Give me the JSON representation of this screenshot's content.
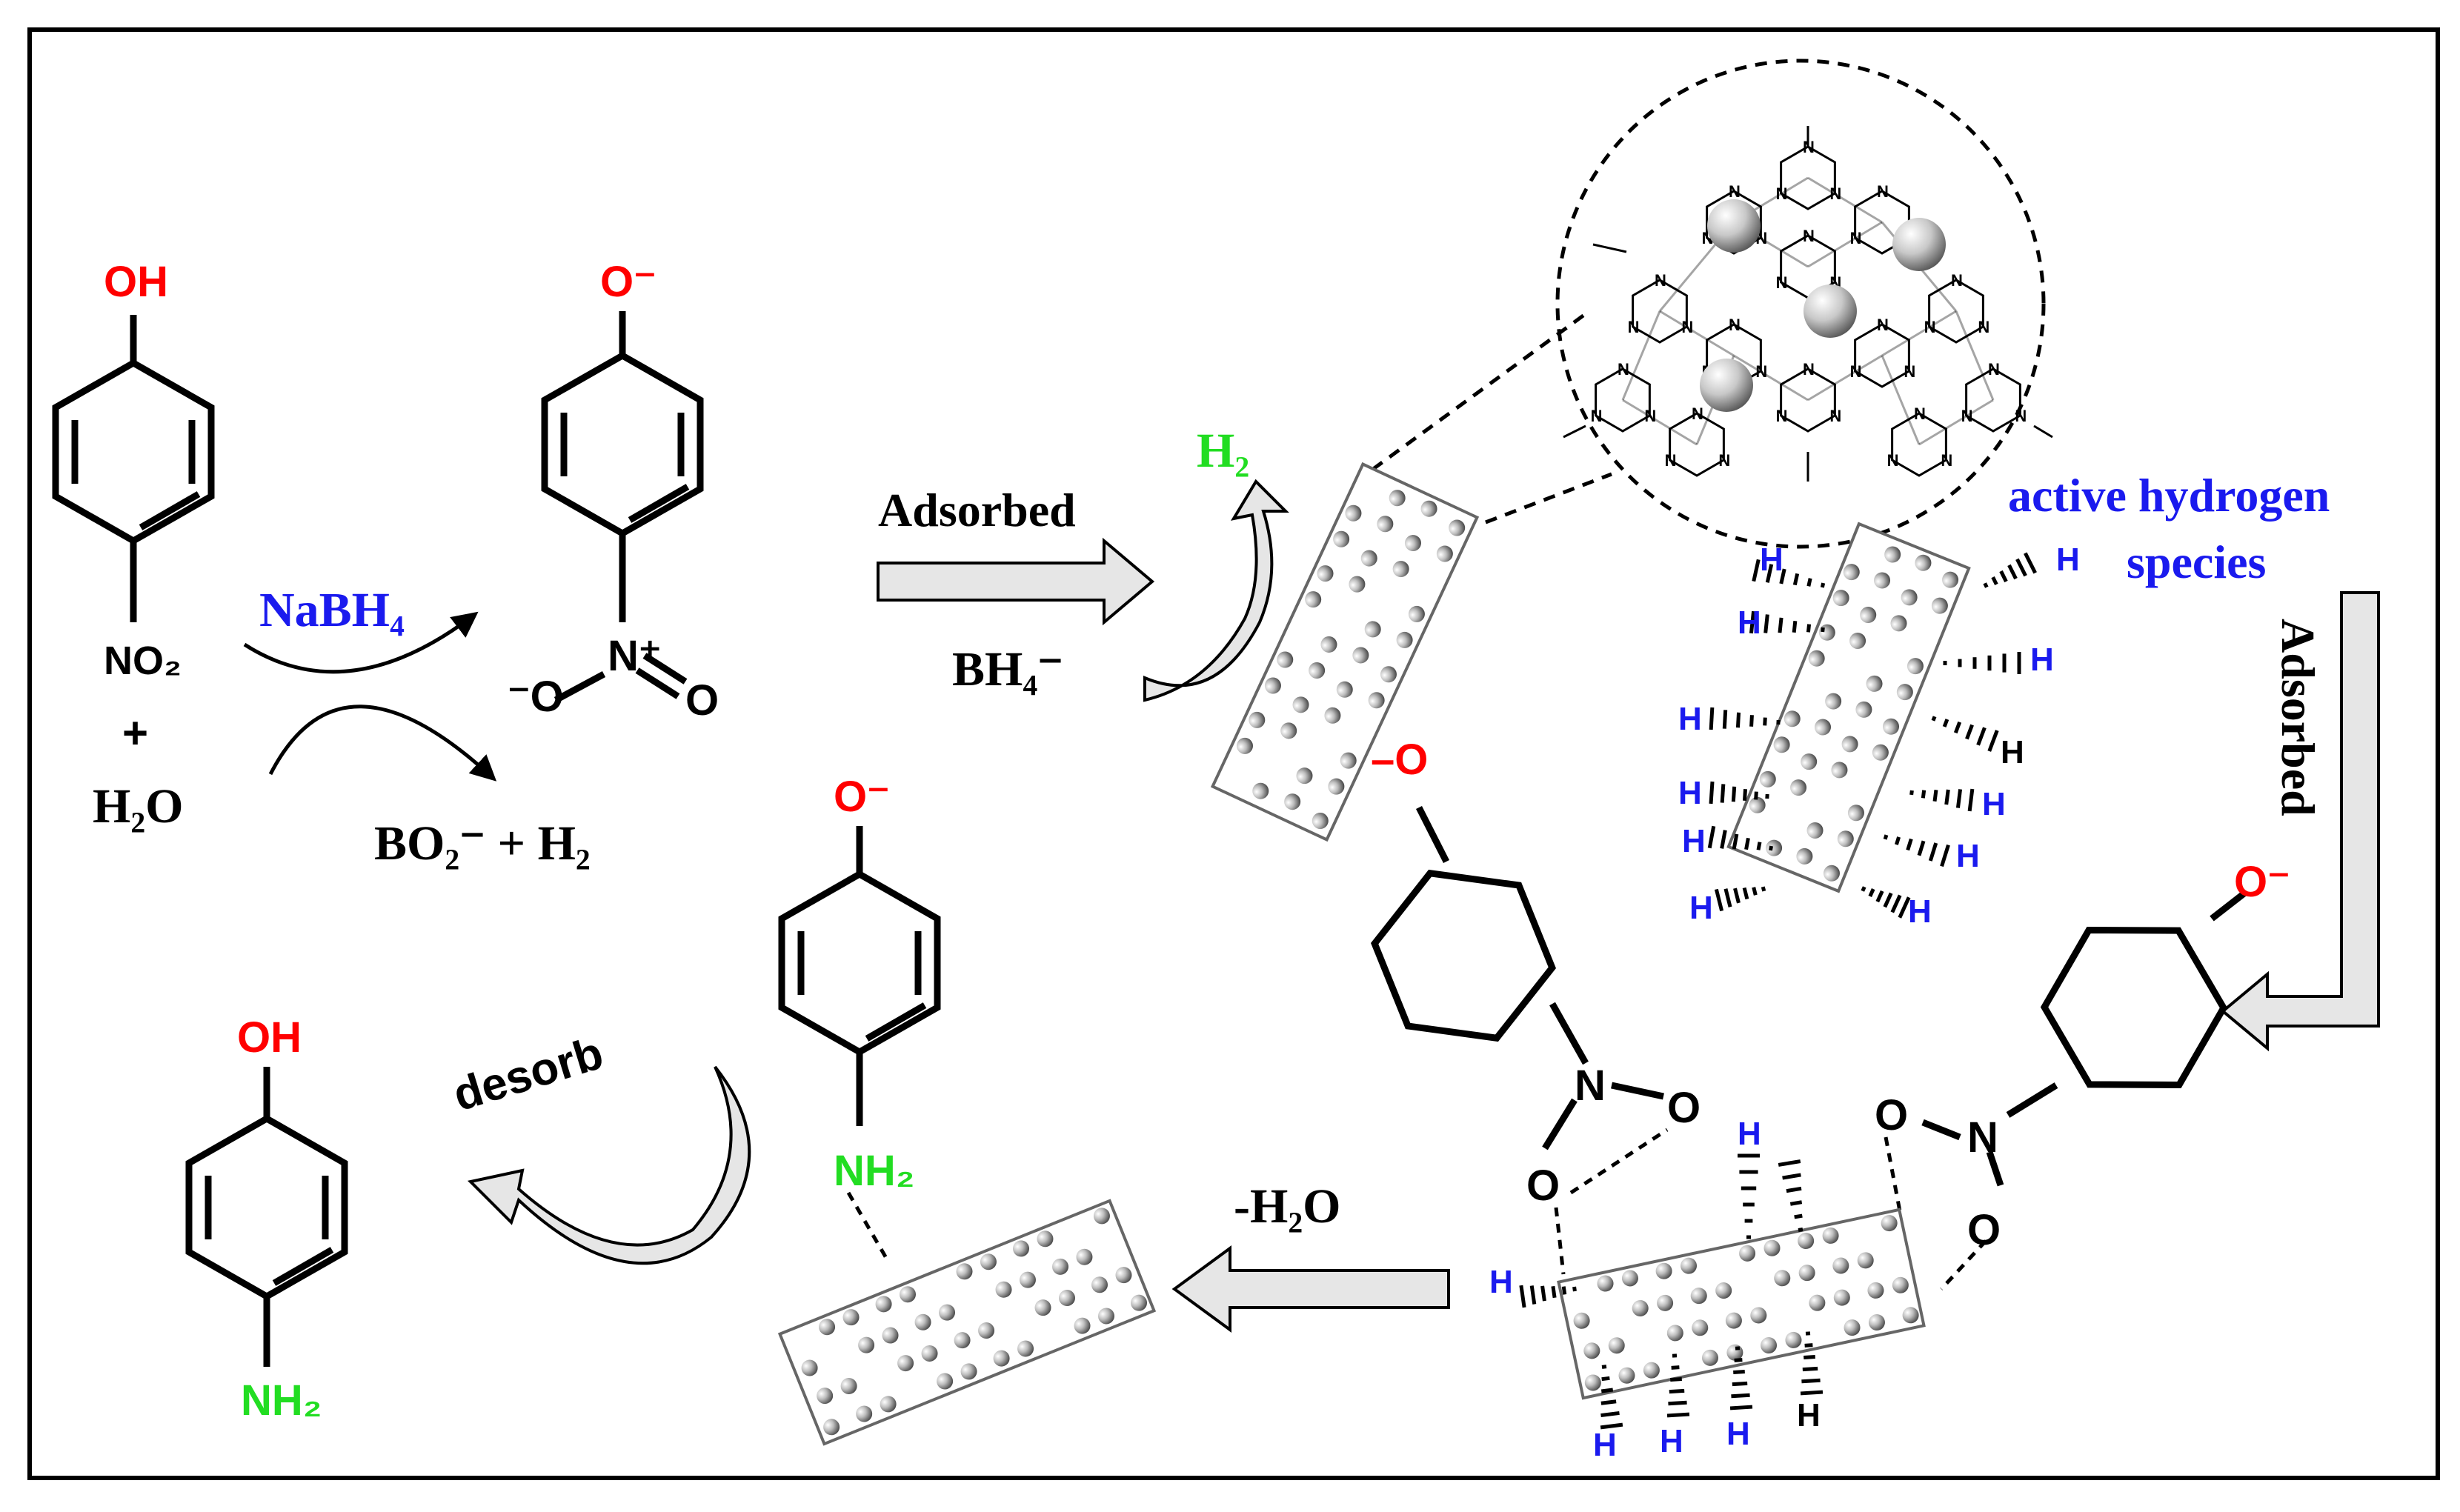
{
  "colors": {
    "red": "#ff0000",
    "green": "#22dd22",
    "blue": "#1a1aee",
    "black": "#000000",
    "arrow_fill": "#e6e6e6",
    "sphere_dark": "#4a4a4a"
  },
  "labels": {
    "oh": "OH",
    "o_minus": "O⁻",
    "minus_o": "–O",
    "no2": "NO₂",
    "plus": "+",
    "h2o": "H₂O",
    "nabh4": "NaBH₄",
    "bo2_h2": "BO₂⁻ + H₂",
    "n_plus": "N⁺",
    "o_left": "⁻O",
    "o": "O",
    "n": "N",
    "adsorbed_1": "Adsorbed",
    "bh4": "BH₄⁻",
    "h2_green": "H₂",
    "active_hydrogen_1": "active hydrogen",
    "active_hydrogen_2": "species",
    "adsorbed_2": "Adsorbed",
    "minus_h2o": "-H₂O",
    "desorb": "desorb",
    "nh2": "NH₂",
    "h": "H"
  }
}
